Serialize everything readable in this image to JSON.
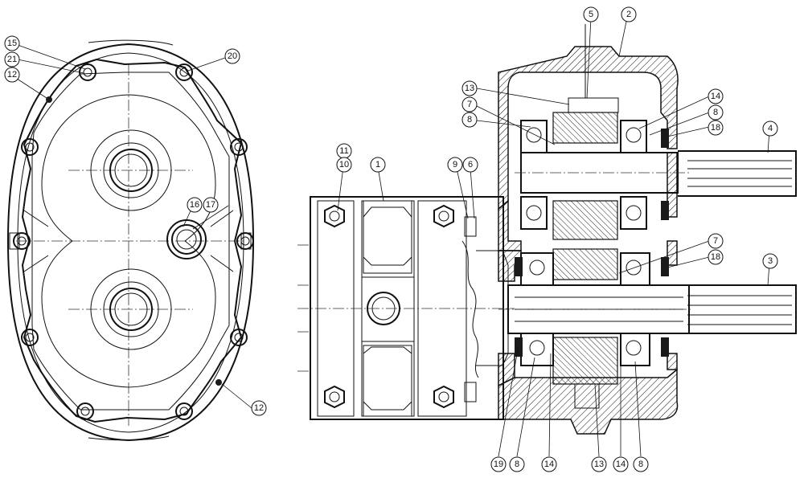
{
  "callouts": [
    {
      "id": "c15",
      "label": "15"
    },
    {
      "id": "c21",
      "label": "21"
    },
    {
      "id": "c12a",
      "label": "12"
    },
    {
      "id": "c20",
      "label": "20"
    },
    {
      "id": "c16",
      "label": "16"
    },
    {
      "id": "c17",
      "label": "17"
    },
    {
      "id": "c12b",
      "label": "12"
    },
    {
      "id": "c11",
      "label": "11"
    },
    {
      "id": "c10",
      "label": "10"
    },
    {
      "id": "c1",
      "label": "1"
    },
    {
      "id": "c9",
      "label": "9"
    },
    {
      "id": "c6",
      "label": "6"
    },
    {
      "id": "c5",
      "label": "5"
    },
    {
      "id": "c2",
      "label": "2"
    },
    {
      "id": "c13a",
      "label": "13"
    },
    {
      "id": "c7a",
      "label": "7"
    },
    {
      "id": "c8a",
      "label": "8"
    },
    {
      "id": "c14a",
      "label": "14"
    },
    {
      "id": "c8b",
      "label": "8"
    },
    {
      "id": "c18a",
      "label": "18"
    },
    {
      "id": "c4",
      "label": "4"
    },
    {
      "id": "c7b",
      "label": "7"
    },
    {
      "id": "c18b",
      "label": "18"
    },
    {
      "id": "c3",
      "label": "3"
    },
    {
      "id": "c19",
      "label": "19"
    },
    {
      "id": "c8c",
      "label": "8"
    },
    {
      "id": "c14b",
      "label": "14"
    },
    {
      "id": "c13b",
      "label": "13"
    },
    {
      "id": "c14c",
      "label": "14"
    },
    {
      "id": "c8d",
      "label": "8"
    }
  ]
}
